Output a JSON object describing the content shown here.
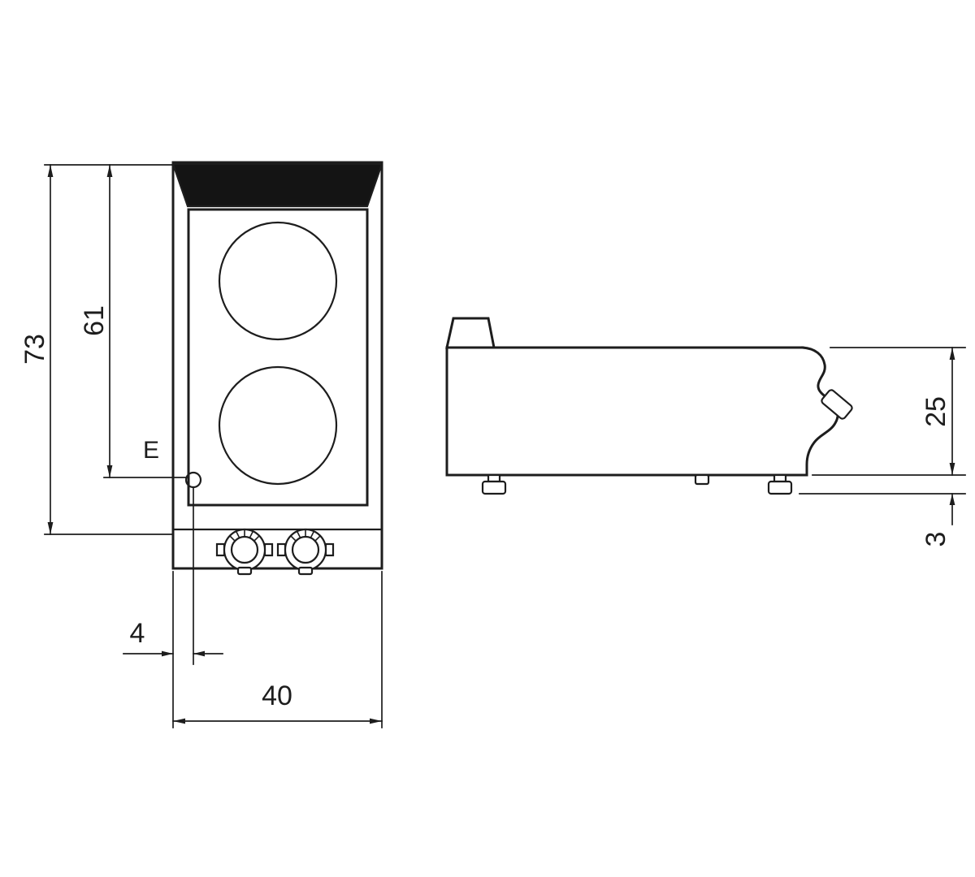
{
  "drawing": {
    "type": "technical-dimension-drawing",
    "views": {
      "top": {
        "name": "top view - 2 zone electric cooktop"
      },
      "side": {
        "name": "side profile view"
      }
    },
    "labels": {
      "depth_total": "73",
      "depth_cooktop": "61",
      "electric_connection": "E",
      "offset_connection": "4",
      "width_total": "40",
      "height_body": "25",
      "height_feet": "3"
    },
    "colors": {
      "line": "#1d1d1d",
      "panel_fill": "#141414",
      "background": "#ffffff"
    }
  }
}
